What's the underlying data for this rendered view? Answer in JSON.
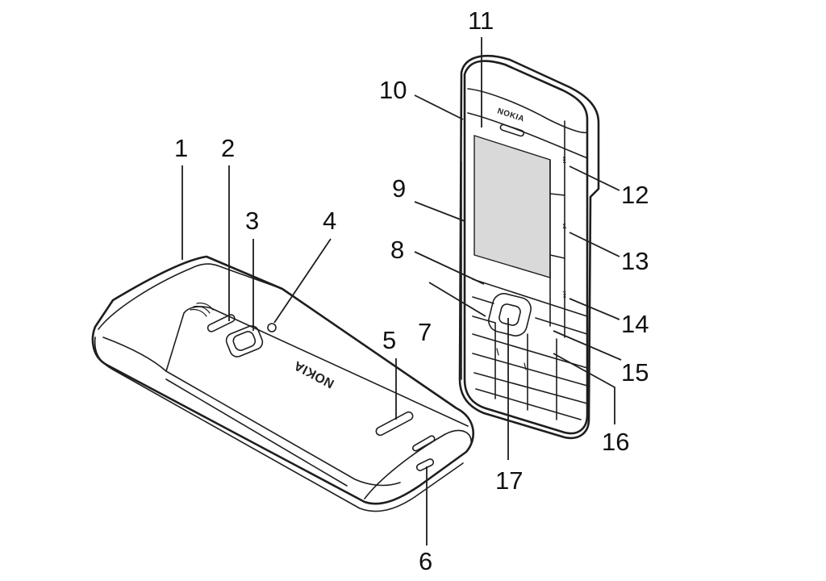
{
  "brand": "NOKIA",
  "callouts": [
    {
      "id": 1,
      "label": "1"
    },
    {
      "id": 2,
      "label": "2"
    },
    {
      "id": 3,
      "label": "3"
    },
    {
      "id": 4,
      "label": "4"
    },
    {
      "id": 5,
      "label": "5"
    },
    {
      "id": 6,
      "label": "6"
    },
    {
      "id": 7,
      "label": "7"
    },
    {
      "id": 8,
      "label": "8"
    },
    {
      "id": 9,
      "label": "9"
    },
    {
      "id": 10,
      "label": "10"
    },
    {
      "id": 11,
      "label": "11"
    },
    {
      "id": 12,
      "label": "12"
    },
    {
      "id": 13,
      "label": "13"
    },
    {
      "id": 14,
      "label": "14"
    },
    {
      "id": 15,
      "label": "15"
    },
    {
      "id": 16,
      "label": "16"
    },
    {
      "id": 17,
      "label": "17"
    }
  ],
  "side_buttons": [
    {
      "icon": "next-track-icon",
      "glyph": "⏭"
    },
    {
      "icon": "play-pause-icon",
      "glyph": "⏯"
    },
    {
      "icon": "previous-track-icon",
      "glyph": "⏮"
    }
  ]
}
